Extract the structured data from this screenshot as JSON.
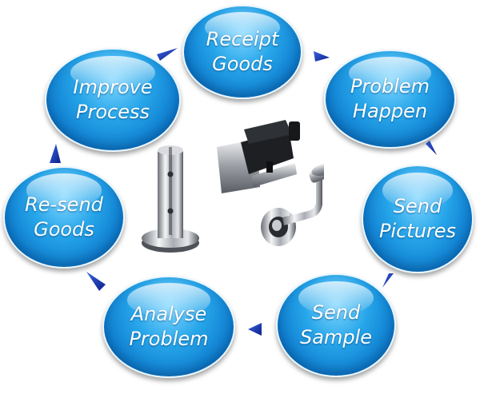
{
  "diagram": {
    "nodes": [
      {
        "id": "receipt-goods",
        "label": "Receipt\nGoods"
      },
      {
        "id": "problem-happen",
        "label": "Problem\nHappen"
      },
      {
        "id": "send-pictures",
        "label": "Send\nPictures"
      },
      {
        "id": "send-sample",
        "label": "Send\nSample"
      },
      {
        "id": "analyse-problem",
        "label": "Analyse\nProblem"
      },
      {
        "id": "resend-goods",
        "label": "Re-send\nGoods"
      },
      {
        "id": "improve-process",
        "label": "Improve\nProcess"
      }
    ],
    "edges": [
      {
        "from": "receipt-goods",
        "to": "problem-happen"
      },
      {
        "from": "problem-happen",
        "to": "send-pictures"
      },
      {
        "from": "send-pictures",
        "to": "send-sample"
      },
      {
        "from": "send-sample",
        "to": "analyse-problem"
      },
      {
        "from": "analyse-problem",
        "to": "resend-goods"
      },
      {
        "from": "resend-goods",
        "to": "improve-process"
      },
      {
        "from": "improve-process",
        "to": "receipt-goods"
      }
    ],
    "colors": {
      "node": "#1a8fdd",
      "arrow": "#1a3bb0",
      "metal": "#b8bcc2"
    },
    "center_images": [
      "glass-spigot-icon",
      "glass-clamp-icon",
      "handrail-bracket-icon"
    ]
  }
}
